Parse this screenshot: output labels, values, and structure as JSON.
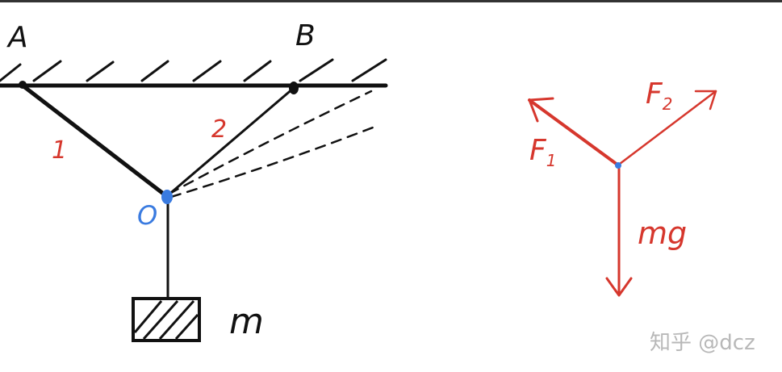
{
  "diagram": {
    "labels": {
      "point_a": "A",
      "point_b": "B",
      "rope_1": "1",
      "rope_2": "2",
      "point_o": "O",
      "mass": "m"
    },
    "force_diagram": {
      "f1": "F",
      "f1_sub": "1",
      "f2": "F",
      "f2_sub": "2",
      "weight": "mg"
    },
    "watermark": "知乎 @dcz",
    "colors": {
      "ink": "#111111",
      "red": "#d6372d",
      "blue": "#3a7be0",
      "watermark": "#b8b8b8",
      "top_bar": "#333333"
    }
  }
}
